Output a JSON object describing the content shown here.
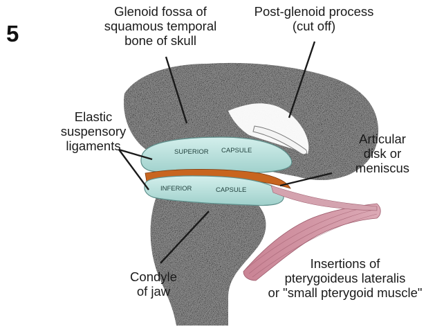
{
  "figure_number": "5",
  "labels": {
    "glenoid_fossa": [
      "Glenoid fossa of",
      "squamous temporal",
      "bone of skull"
    ],
    "post_glenoid": [
      "Post-glenoid process",
      "(cut off)"
    ],
    "elastic_ligaments": [
      "Elastic",
      "suspensory",
      "ligaments"
    ],
    "articular_disk": [
      "Articular",
      "disk or",
      "meniscus"
    ],
    "condyle": [
      "Condyle",
      "of jaw"
    ],
    "insertions": [
      "Insertions of",
      "pterygoideus lateralis",
      "or \"small pterygoid muscle\""
    ],
    "superior_capsule_word1": "SUPERIOR",
    "superior_capsule_word2": "CAPSULE",
    "inferior_capsule_word1": "INFERIOR",
    "inferior_capsule_word2": "CAPSULE"
  },
  "colors": {
    "bone": "#9a9a9a",
    "capsule": "#b9e0dc",
    "meniscus": "#c8651f",
    "muscle": "#d49aa8",
    "leader": "#1a1a1a"
  }
}
